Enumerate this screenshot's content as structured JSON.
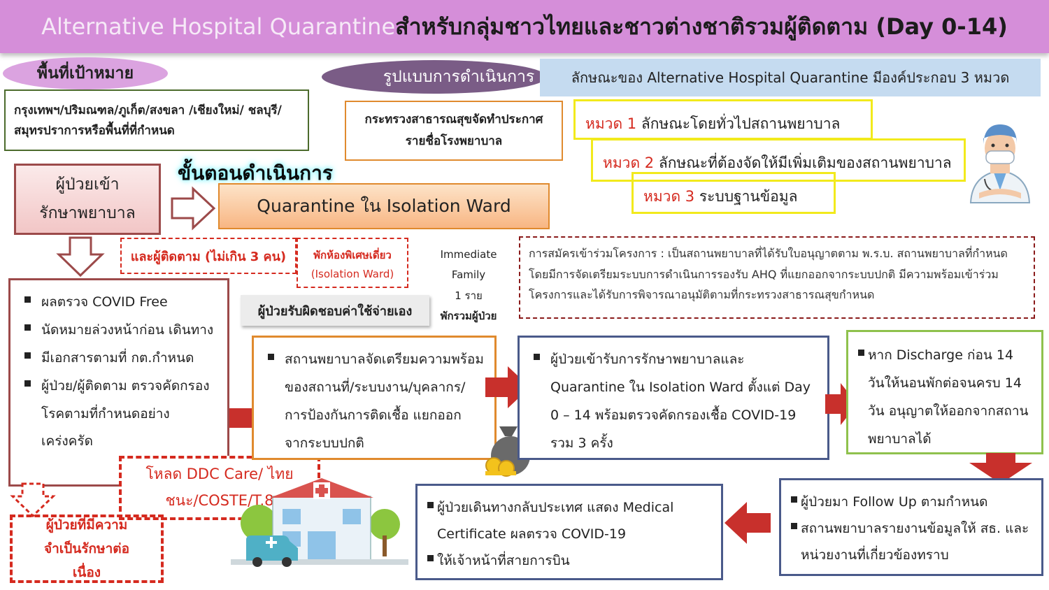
{
  "banner": {
    "title_en": "Alternative Hospital Quarantine",
    "title_th": " สำหรับกลุ่มชาวไทยและชาวต่างชาติรวมผู้ติดตาม (Day 0-14)"
  },
  "target_area": {
    "label": "พื้นที่เป้าหมาย",
    "text": "กรุงเทพฯ/ปริมณฑล/ภูเก็ต/สงขลา /เชียงใหม่/ ชลบุรี/ สมุทรปราการหรือพื้นที่ที่กำหนด"
  },
  "operation": {
    "label": "รูปแบบการดำเนินการ",
    "moph_text": "กระทรวงสาธารณสุขจัดทำประกาศ รายชื่อโรงพยาบาล"
  },
  "characteristics": {
    "header": "ลักษณะของ Alternative Hospital Quarantine มีองค์ประกอบ 3 หมวด",
    "items": [
      {
        "key": "หมวด 1",
        "text": " ลักษณะโดยทั่วไปสถานพยาบาล"
      },
      {
        "key": "หมวด 2",
        "text": " ลักษณะที่ต้องจัดให้มีเพิ่มเติมของสถานพยาบาล"
      },
      {
        "key": "หมวด 3",
        "text": " ระบบฐานข้อมูล"
      }
    ]
  },
  "procedure": {
    "label": "ขั้นตอนดำเนินการ",
    "patient_admit": "ผู้ป่วยเข้า รักษาพยาบาล",
    "quarantine": "Quarantine ใน Isolation Ward"
  },
  "companions": {
    "text": "และผู้ติดตาม (ไม่เกิน 3 คน)",
    "room_line1": "พักห้องพิเศษเดี่ยว",
    "room_line2": "(Isolation Ward)",
    "pays": "ผู้ป่วยรับผิดชอบค่าใช้จ่ายเอง",
    "family": [
      "Immediate",
      "Family",
      "1 ราย",
      "พักรวมผู้ป่วย"
    ]
  },
  "enrollment": "การสมัครเข้าร่วมโครงการ : เป็นสถานพยาบาลที่ได้รับใบอนุญาตตาม พ.ร.บ. สถานพยาบาลที่กำหนดโดยมีการจัดเตรียมระบบการดำเนินการรองรับ AHQ ที่แยกออกจากระบบปกติ มีความพร้อมเข้าร่วมโครงการและได้รับการพิจารณาอนุมัติตามที่กระทรวงสาธารณสุขกำหนด",
  "requirements": [
    "ผลตรวจ COVID Free",
    "นัดหมายล่วงหน้าก่อน เดินทาง",
    "มีเอกสารตามที่ กต.กำหนด",
    "ผู้ป่วย/ผู้ติดตาม ตรวจคัดกรองโรคตามที่กำหนดอย่างเคร่งครัด"
  ],
  "download": "โหลด DDC Care/ ไทยชนะ/COSTE/T.8",
  "continuing_care": "ผู้ป่วยที่มีความ จำเป็นรักษาต่อเนื่อง",
  "hospital_prep": "สถานพยาบาลจัดเตรียมความพร้อมของสถานที่/ระบบงาน/บุคลากร/การป้องกันการติดเชื้อ แยกออกจากระบบปกติ",
  "treatment": "ผู้ป่วยเข้ารับการรักษาพยาบาลและ Quarantine ใน Isolation Ward ตั้งแต่ Day 0 – 14 พร้อมตรวจคัดกรองเชื้อ COVID-19 รวม 3 ครั้ง",
  "discharge": "หาก Discharge ก่อน 14 วันให้นอนพักต่อจนครบ 14 วัน อนุญาตให้ออกจากสถานพยาบาลได้",
  "followup": [
    "ผู้ป่วยมา Follow Up ตามกำหนด",
    "สถานพยาบาลรายงานข้อมูลให้ สธ. และหน่วยงานที่เกี่ยวข้องทราบ"
  ],
  "return_home": [
    "ผู้ป่วยเดินทางกลับประเทศ แสดง Medical Certificate  ผลตรวจ COVID-19",
    "ให้เจ้าหน้าที่สายการบิน"
  ],
  "colors": {
    "banner": "#d58ed9",
    "orange": "#e08a2e",
    "navy": "#4a5a8a",
    "green": "#8fc14d",
    "red_arrow": "#c8302c",
    "maroon": "#9c4a4a"
  }
}
